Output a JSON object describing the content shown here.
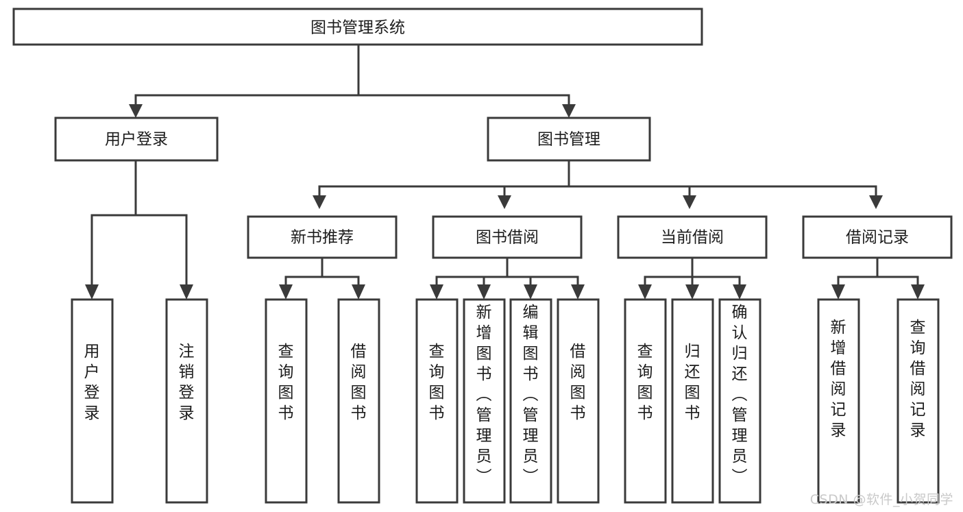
{
  "diagram": {
    "title": "图书管理系统",
    "watermark": "CSDN @软件_小贺同学",
    "colors": {
      "stroke": "#3a3a3a",
      "box_fill": "#ffffff",
      "text": "#1c1c1c",
      "background": "#ffffff",
      "watermark": "#c9c9c9"
    },
    "levels": {
      "root": {
        "label": "图书管理系统"
      },
      "level2": [
        {
          "id": "user-login",
          "label": "用户登录"
        },
        {
          "id": "book-management",
          "label": "图书管理"
        }
      ],
      "level3": [
        {
          "id": "new-book-recommend",
          "label": "新书推荐"
        },
        {
          "id": "book-borrow",
          "label": "图书借阅"
        },
        {
          "id": "current-borrow",
          "label": "当前借阅"
        },
        {
          "id": "borrow-record",
          "label": "借阅记录"
        }
      ],
      "leaves": {
        "user-login": [
          {
            "id": "leaf-user-login",
            "label": "用户登录"
          },
          {
            "id": "leaf-user-logout",
            "label": "注销登录"
          }
        ],
        "new-book-recommend": [
          {
            "id": "leaf-query-book-1",
            "label": "查询图书"
          },
          {
            "id": "leaf-borrow-book-1",
            "label": "借阅图书"
          }
        ],
        "book-borrow": [
          {
            "id": "leaf-query-book-2",
            "label": "查询图书"
          },
          {
            "id": "leaf-add-book",
            "label": "新增图书（管理员）"
          },
          {
            "id": "leaf-edit-book",
            "label": "编辑图书（管理员）"
          },
          {
            "id": "leaf-borrow-book-2",
            "label": "借阅图书"
          }
        ],
        "current-borrow": [
          {
            "id": "leaf-query-book-3",
            "label": "查询图书"
          },
          {
            "id": "leaf-return-book",
            "label": "归还图书"
          },
          {
            "id": "leaf-confirm-return",
            "label": "确认归还（管理员）"
          }
        ],
        "borrow-record": [
          {
            "id": "leaf-add-record",
            "label": "新增借阅记录"
          },
          {
            "id": "leaf-query-record",
            "label": "查询借阅记录"
          }
        ]
      }
    },
    "edges": [
      {
        "from": "图书管理系统",
        "to": "用户登录"
      },
      {
        "from": "图书管理系统",
        "to": "图书管理"
      },
      {
        "from": "图书管理",
        "to": "新书推荐"
      },
      {
        "from": "图书管理",
        "to": "图书借阅"
      },
      {
        "from": "图书管理",
        "to": "当前借阅"
      },
      {
        "from": "图书管理",
        "to": "借阅记录"
      },
      {
        "from": "用户登录",
        "to": "用户登录"
      },
      {
        "from": "用户登录",
        "to": "注销登录"
      },
      {
        "from": "新书推荐",
        "to": "查询图书"
      },
      {
        "from": "新书推荐",
        "to": "借阅图书"
      },
      {
        "from": "图书借阅",
        "to": "查询图书"
      },
      {
        "from": "图书借阅",
        "to": "新增图书（管理员）"
      },
      {
        "from": "图书借阅",
        "to": "编辑图书（管理员）"
      },
      {
        "from": "图书借阅",
        "to": "借阅图书"
      },
      {
        "from": "当前借阅",
        "to": "查询图书"
      },
      {
        "from": "当前借阅",
        "to": "归还图书"
      },
      {
        "from": "当前借阅",
        "to": "确认归还（管理员）"
      },
      {
        "from": "借阅记录",
        "to": "新增借阅记录"
      },
      {
        "from": "借阅记录",
        "to": "查询借阅记录"
      }
    ]
  }
}
